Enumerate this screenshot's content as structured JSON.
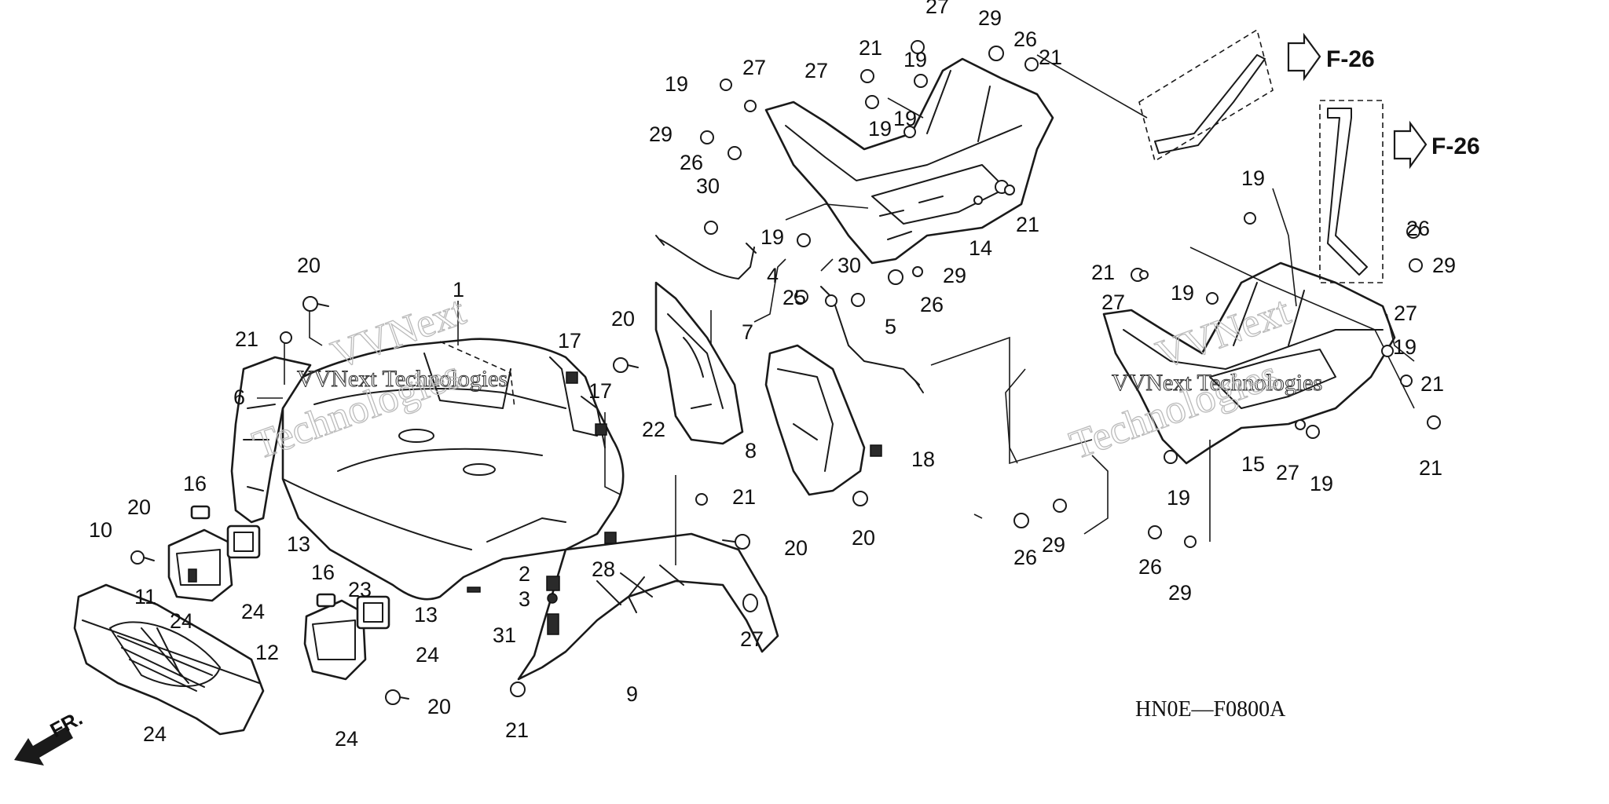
{
  "diagram": {
    "code": "HN0E—F0800A",
    "front_label": "FR.",
    "watermark_lines": [
      "VVNext",
      "Technologies"
    ],
    "watermark_phrase": "VVNext Technologies",
    "page_refs": [
      "F-26",
      "F-26"
    ],
    "callouts": [
      {
        "id": "c1",
        "text": "1"
      },
      {
        "id": "c2",
        "text": "2"
      },
      {
        "id": "c3",
        "text": "3"
      },
      {
        "id": "c4",
        "text": "4"
      },
      {
        "id": "c5",
        "text": "5"
      },
      {
        "id": "c6",
        "text": "6"
      },
      {
        "id": "c7",
        "text": "7"
      },
      {
        "id": "c8",
        "text": "8"
      },
      {
        "id": "c9",
        "text": "9"
      },
      {
        "id": "c10",
        "text": "10"
      },
      {
        "id": "c11",
        "text": "11"
      },
      {
        "id": "c12",
        "text": "12"
      },
      {
        "id": "c13a",
        "text": "13"
      },
      {
        "id": "c13b",
        "text": "13"
      },
      {
        "id": "c14",
        "text": "14"
      },
      {
        "id": "c15",
        "text": "15"
      },
      {
        "id": "c16a",
        "text": "16"
      },
      {
        "id": "c16b",
        "text": "16"
      },
      {
        "id": "c17a",
        "text": "17"
      },
      {
        "id": "c17b",
        "text": "17"
      },
      {
        "id": "c18",
        "text": "18"
      },
      {
        "id": "c19a",
        "text": "19"
      },
      {
        "id": "c19b",
        "text": "19"
      },
      {
        "id": "c19c",
        "text": "19"
      },
      {
        "id": "c19d",
        "text": "19"
      },
      {
        "id": "c19e",
        "text": "19"
      },
      {
        "id": "c19f",
        "text": "19"
      },
      {
        "id": "c19g",
        "text": "19"
      },
      {
        "id": "c19h",
        "text": "19"
      },
      {
        "id": "c19i",
        "text": "19"
      },
      {
        "id": "c19j",
        "text": "19"
      },
      {
        "id": "c20a",
        "text": "20"
      },
      {
        "id": "c20b",
        "text": "20"
      },
      {
        "id": "c20c",
        "text": "20"
      },
      {
        "id": "c20d",
        "text": "20"
      },
      {
        "id": "c20e",
        "text": "20"
      },
      {
        "id": "c20f",
        "text": "20"
      },
      {
        "id": "c21a",
        "text": "21"
      },
      {
        "id": "c21b",
        "text": "21"
      },
      {
        "id": "c21c",
        "text": "21"
      },
      {
        "id": "c21d",
        "text": "21"
      },
      {
        "id": "c21e",
        "text": "21"
      },
      {
        "id": "c21f",
        "text": "21"
      },
      {
        "id": "c21g",
        "text": "21"
      },
      {
        "id": "c21h",
        "text": "21"
      },
      {
        "id": "c21i",
        "text": "21"
      },
      {
        "id": "c22",
        "text": "22"
      },
      {
        "id": "c23",
        "text": "23"
      },
      {
        "id": "c24a",
        "text": "24"
      },
      {
        "id": "c24b",
        "text": "24"
      },
      {
        "id": "c24c",
        "text": "24"
      },
      {
        "id": "c24d",
        "text": "24"
      },
      {
        "id": "c24e",
        "text": "24"
      },
      {
        "id": "c25",
        "text": "25"
      },
      {
        "id": "c26a",
        "text": "26"
      },
      {
        "id": "c26b",
        "text": "26"
      },
      {
        "id": "c26c",
        "text": "26"
      },
      {
        "id": "c26d",
        "text": "26"
      },
      {
        "id": "c26e",
        "text": "26"
      },
      {
        "id": "c26f",
        "text": "26"
      },
      {
        "id": "c27a",
        "text": "27"
      },
      {
        "id": "c27b",
        "text": "27"
      },
      {
        "id": "c27c",
        "text": "27"
      },
      {
        "id": "c27d",
        "text": "27"
      },
      {
        "id": "c27e",
        "text": "27"
      },
      {
        "id": "c27f",
        "text": "27"
      },
      {
        "id": "c27g",
        "text": "27"
      },
      {
        "id": "c28",
        "text": "28"
      },
      {
        "id": "c29a",
        "text": "29"
      },
      {
        "id": "c29b",
        "text": "29"
      },
      {
        "id": "c29c",
        "text": "29"
      },
      {
        "id": "c29d",
        "text": "29"
      },
      {
        "id": "c29e",
        "text": "29"
      },
      {
        "id": "c29f",
        "text": "29"
      },
      {
        "id": "c30a",
        "text": "30"
      },
      {
        "id": "c30b",
        "text": "30"
      },
      {
        "id": "c31",
        "text": "31"
      }
    ]
  }
}
